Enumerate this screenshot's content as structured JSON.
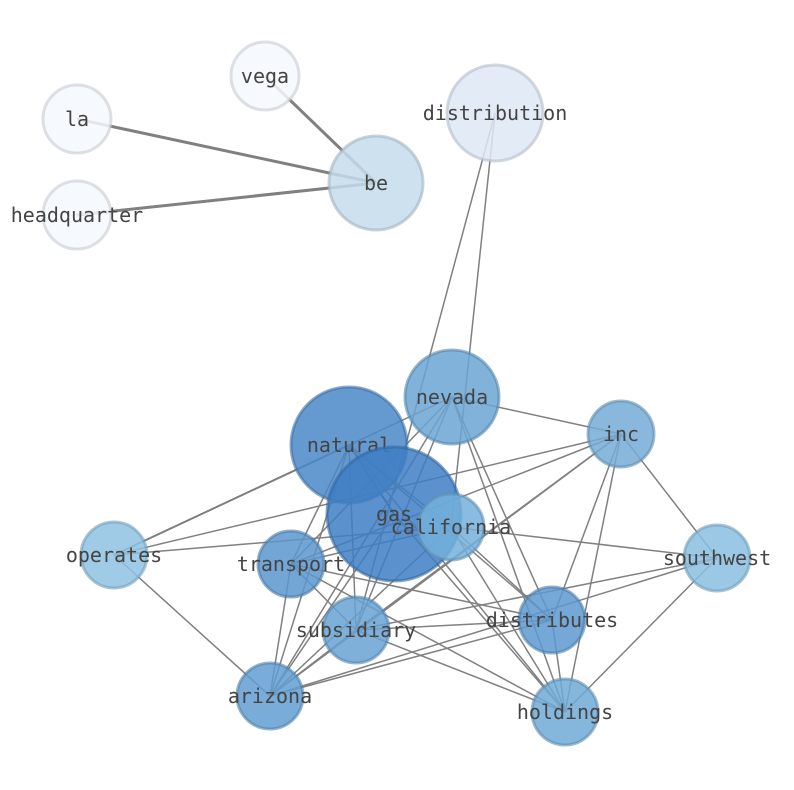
{
  "nodes": [
    {
      "id": "vega",
      "label": "vega",
      "color": "#f4f9fe"
    },
    {
      "id": "la",
      "label": "la",
      "color": "#f4f9fe"
    },
    {
      "id": "headquarter",
      "label": "headquarter",
      "color": "#f4f9fe"
    },
    {
      "id": "be",
      "label": "be",
      "color": "#c6dcec"
    },
    {
      "id": "distribution",
      "label": "distribution",
      "color": "#dde8f4"
    },
    {
      "id": "nevada",
      "label": "nevada",
      "color": "#6aa5d3"
    },
    {
      "id": "inc",
      "label": "inc",
      "color": "#74acd6"
    },
    {
      "id": "natural",
      "label": "natural",
      "color": "#4a88c8"
    },
    {
      "id": "gas",
      "label": "gas",
      "color": "#3e7ec3"
    },
    {
      "id": "california",
      "label": "california",
      "color": "#74b0da"
    },
    {
      "id": "operates",
      "label": "operates",
      "color": "#8ec2e2"
    },
    {
      "id": "transport",
      "label": "transport",
      "color": "#5b97ce"
    },
    {
      "id": "southwest",
      "label": "southwest",
      "color": "#8ac0e0"
    },
    {
      "id": "subsidiary",
      "label": "subsidiary",
      "color": "#67a2d2"
    },
    {
      "id": "distributes",
      "label": "distributes",
      "color": "#5d99cf"
    },
    {
      "id": "arizona",
      "label": "arizona",
      "color": "#629ed1"
    },
    {
      "id": "holdings",
      "label": "holdings",
      "color": "#70aad6"
    }
  ],
  "edges": [
    {
      "from": "vega",
      "to": "be",
      "weight": "heavy"
    },
    {
      "from": "la",
      "to": "be",
      "weight": "heavy"
    },
    {
      "from": "headquarter",
      "to": "be",
      "weight": "heavy"
    },
    {
      "from": "distribution",
      "to": "california",
      "weight": "normal"
    },
    {
      "from": "distribution",
      "to": "subsidiary",
      "weight": "normal"
    },
    {
      "from": "natural",
      "to": "gas",
      "weight": "medium"
    },
    {
      "from": "natural",
      "to": "operates",
      "weight": "medium"
    },
    {
      "from": "natural",
      "to": "transport",
      "weight": "normal"
    },
    {
      "from": "natural",
      "to": "subsidiary",
      "weight": "normal"
    },
    {
      "from": "natural",
      "to": "distributes",
      "weight": "normal"
    },
    {
      "from": "natural",
      "to": "arizona",
      "weight": "normal"
    },
    {
      "from": "natural",
      "to": "holdings",
      "weight": "normal"
    },
    {
      "from": "natural",
      "to": "california",
      "weight": "normal"
    },
    {
      "from": "nevada",
      "to": "inc",
      "weight": "normal"
    },
    {
      "from": "nevada",
      "to": "transport",
      "weight": "normal"
    },
    {
      "from": "nevada",
      "to": "subsidiary",
      "weight": "normal"
    },
    {
      "from": "nevada",
      "to": "arizona",
      "weight": "normal"
    },
    {
      "from": "nevada",
      "to": "distributes",
      "weight": "normal"
    },
    {
      "from": "nevada",
      "to": "holdings",
      "weight": "normal"
    },
    {
      "from": "nevada",
      "to": "operates",
      "weight": "normal"
    },
    {
      "from": "inc",
      "to": "southwest",
      "weight": "normal"
    },
    {
      "from": "inc",
      "to": "distributes",
      "weight": "normal"
    },
    {
      "from": "inc",
      "to": "holdings",
      "weight": "normal"
    },
    {
      "from": "inc",
      "to": "transport",
      "weight": "normal"
    },
    {
      "from": "inc",
      "to": "arizona",
      "weight": "normal"
    },
    {
      "from": "inc",
      "to": "subsidiary",
      "weight": "normal"
    },
    {
      "from": "inc",
      "to": "operates",
      "weight": "normal"
    },
    {
      "from": "gas",
      "to": "arizona",
      "weight": "normal"
    },
    {
      "from": "gas",
      "to": "holdings",
      "weight": "normal"
    },
    {
      "from": "california",
      "to": "southwest",
      "weight": "normal"
    },
    {
      "from": "california",
      "to": "operates",
      "weight": "normal"
    },
    {
      "from": "california",
      "to": "transport",
      "weight": "normal"
    },
    {
      "from": "california",
      "to": "arizona",
      "weight": "normal"
    },
    {
      "from": "california",
      "to": "distributes",
      "weight": "normal"
    },
    {
      "from": "california",
      "to": "holdings",
      "weight": "normal"
    },
    {
      "from": "operates",
      "to": "arizona",
      "weight": "normal"
    },
    {
      "from": "transport",
      "to": "subsidiary",
      "weight": "normal"
    },
    {
      "from": "transport",
      "to": "distributes",
      "weight": "normal"
    },
    {
      "from": "transport",
      "to": "holdings",
      "weight": "normal"
    },
    {
      "from": "transport",
      "to": "arizona",
      "weight": "normal"
    },
    {
      "from": "subsidiary",
      "to": "southwest",
      "weight": "normal"
    },
    {
      "from": "subsidiary",
      "to": "distributes",
      "weight": "normal"
    },
    {
      "from": "subsidiary",
      "to": "holdings",
      "weight": "normal"
    },
    {
      "from": "subsidiary",
      "to": "arizona",
      "weight": "normal"
    },
    {
      "from": "distributes",
      "to": "holdings",
      "weight": "normal"
    },
    {
      "from": "distributes",
      "to": "arizona",
      "weight": "normal"
    },
    {
      "from": "southwest",
      "to": "holdings",
      "weight": "normal"
    },
    {
      "from": "southwest",
      "to": "arizona",
      "weight": "normal"
    }
  ]
}
